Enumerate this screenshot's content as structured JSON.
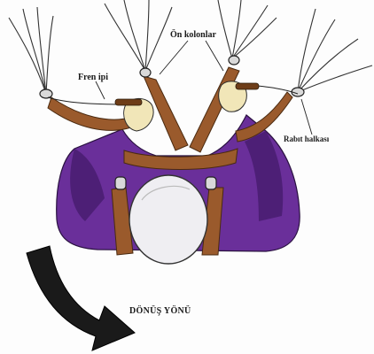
{
  "labels": {
    "on_kolonlar": "Ön kolonlar",
    "fren_ipi": "Fren ipi",
    "rabit_halkasi": "Rabıt halkası",
    "donus_yonu": "DÖNÜŞ YÖNÜ"
  },
  "colors": {
    "background": "#fdfdfd",
    "jacket": "#6a2f9a",
    "jacket_shadow": "#4d1f76",
    "strap": "#9a5a2c",
    "strap_dark": "#6e3d18",
    "helmet": "#efeef2",
    "arrow": "#1a1a1a",
    "line": "#333333",
    "hand": "#f1e6b8"
  },
  "icons": {
    "turn_arrow": "curved-arrow-icon",
    "carabiner": "carabiner-icon"
  }
}
